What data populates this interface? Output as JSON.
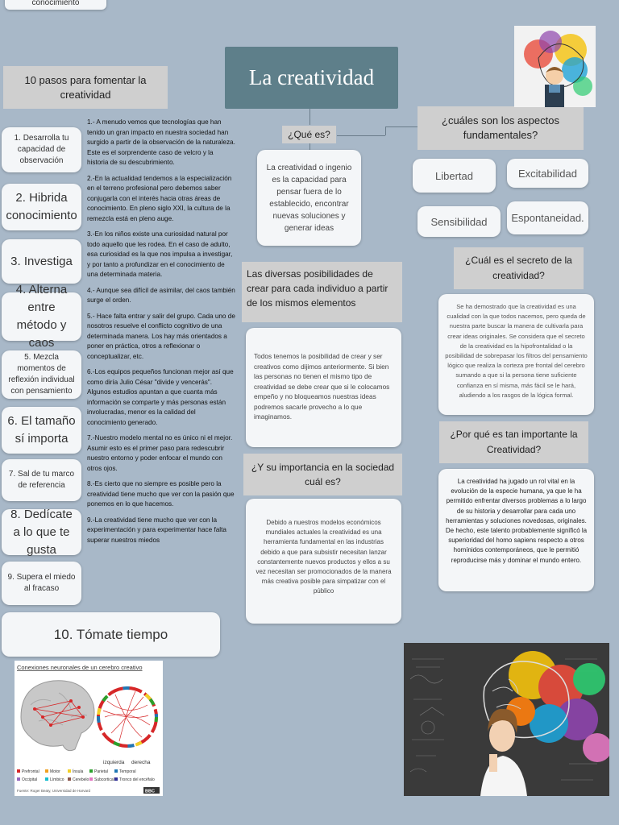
{
  "top_tag": "conocimiento",
  "main_title": "La creatividad",
  "steps_header": "10 pasos para fomentar la creatividad",
  "steps": [
    "1. Desarrolla tu capacidad de observación",
    "2. Hibrida conocimiento",
    "3. Investiga",
    "4. Alterna entre método y caos",
    "5. Mezcla momentos de reflexión individual con pensamiento",
    "6. El tamaño sí importa",
    "7. Sal de tu marco de referencia",
    "8. Dedícate a lo que te gusta",
    "9. Supera el miedo al fracaso",
    "10. Tómate tiempo"
  ],
  "step_paragraphs": [
    "1.- A menudo vemos que tecnologías que han tenido un gran impacto en nuestra sociedad han surgido a partir de la observación de la naturaleza. Este es el sorprendente caso de velcro y la historia de su descubrimiento.",
    "2.-En la actualidad tendemos a la especialización en el terreno profesional pero debemos saber conjugarla con el interés hacia otras áreas de conocimiento. En pleno siglo XXI, la cultura de la remezcla está en pleno auge.",
    "3.-En los niños existe una curiosidad natural por todo aquello que les rodea. En el caso de adulto, esa curiosidad es la que nos impulsa a investigar, y por tanto a profundizar en el conocimiento de una determinada materia.",
    "4.- Aunque sea difícil de asimilar, del caos también surge el orden.",
    "5.- Hace falta entrar y salir del grupo. Cada uno de nosotros resuelve el conflicto cognitivo de una determinada manera. Los hay más orientados a poner en práctica, otros a reflexionar o conceptualizar, etc.",
    "6.-Los equipos pequeños funcionan mejor así que como diría Julio César \"divide y vencerás\". Algunos estudios apuntan a que cuanta más información se comparte y más personas están involucradas, menor es la calidad del conocimiento generado.",
    "7.-Nuestro modelo mental no es único ni el mejor. Asumir esto es el primer paso para redescubrir nuestro entorno y poder enfocar el mundo con otros ojos.",
    "8.-Es cierto que no siempre es posible pero la creatividad tiene mucho que ver con la pasión que ponemos en lo que hacemos.",
    "9.-La creatividad tiene mucho que ver con la experimentación y para experimentar hace falta superar nuestros miedos"
  ],
  "que_es": {
    "label": "¿Qué es?",
    "text": "La creatividad o ingenio es la capacidad para pensar fuera de lo establecido, encontrar nuevas soluciones y generar ideas"
  },
  "posibilidades": {
    "label": "Las diversas posibilidades de crear para cada individuo a partir de los mismos elementos",
    "text": "Todos tenemos la posibilidad de crear y ser creativos como dijimos anteriormente. Si bien las personas no tienen el mismo tipo de creatividad se debe crear que si le colocamos empeño y no bloqueamos nuestras ideas podremos sacarle provecho a lo que imaginamos."
  },
  "importancia_sociedad": {
    "label": "¿Y su importancia en la sociedad cuál es?",
    "text": "Debido a nuestros modelos económicos mundiales actuales la creatividad es una herramienta fundamental en las industrias debido a que para subsistir necesitan lanzar constantemente nuevos productos y ellos a su vez necesitan ser promocionados de la manera más creativa posible para simpatizar con el público"
  },
  "aspectos": {
    "label": "¿cuáles son los aspectos fundamentales?",
    "items": [
      "Libertad",
      "Excitabilidad",
      "Sensibilidad",
      "Espontaneidad."
    ]
  },
  "secreto": {
    "label": "¿Cuál es el secreto de la creatividad?",
    "text": "Se ha demostrado que la creatividad es una cualidad con la que todos nacemos, pero queda de nuestra parte buscar la manera de cultivarla para crear ideas originales. Se considera que el secreto de la creatividad es la hipofrontalidad o la posibilidad de sobrepasar los filtros del pensamiento lógico que realiza la corteza pre frontal del cerebro sumando a que si la persona tiene suficiente confianza en sí misma, más fácil se le hará, aludiendo a los rasgos de la lógica formal."
  },
  "importante": {
    "label": "¿Por qué es tan importante la Creatividad?",
    "text": "La creatividad ha jugado un rol vital en la evolución de la especie humana, ya que le ha permitido enfrentar diversos problemas a lo largo de su historia y desarrollar para cada uno herramientas y soluciones novedosas, originales. De hecho, este talento probablemente significó la superioridad del homo sapiens respecto a otros homínidos contemporáneos, que le permitió reproducirse más y dominar el mundo entero."
  },
  "brain_figure": {
    "title": "Conexiones neuronales de un cerebro creativo",
    "circle_labels": [
      "izquierda",
      "derecha"
    ],
    "legend": [
      "Prefrontal",
      "Motor",
      "Ínsula",
      "Parietal",
      "Temporal",
      "Occipital",
      "Límbico",
      "Cerebelo",
      "Subcortical",
      "Tronco del encéfalo"
    ],
    "legend_colors": [
      "#d62728",
      "#f0a020",
      "#f2d028",
      "#2ca02c",
      "#1f77b4",
      "#9467bd",
      "#17becf",
      "#8c564b",
      "#e377c2",
      "#333399"
    ],
    "source": "Fuente: Roger Beaty, Universidad de Harvard",
    "brand": "BBC"
  }
}
